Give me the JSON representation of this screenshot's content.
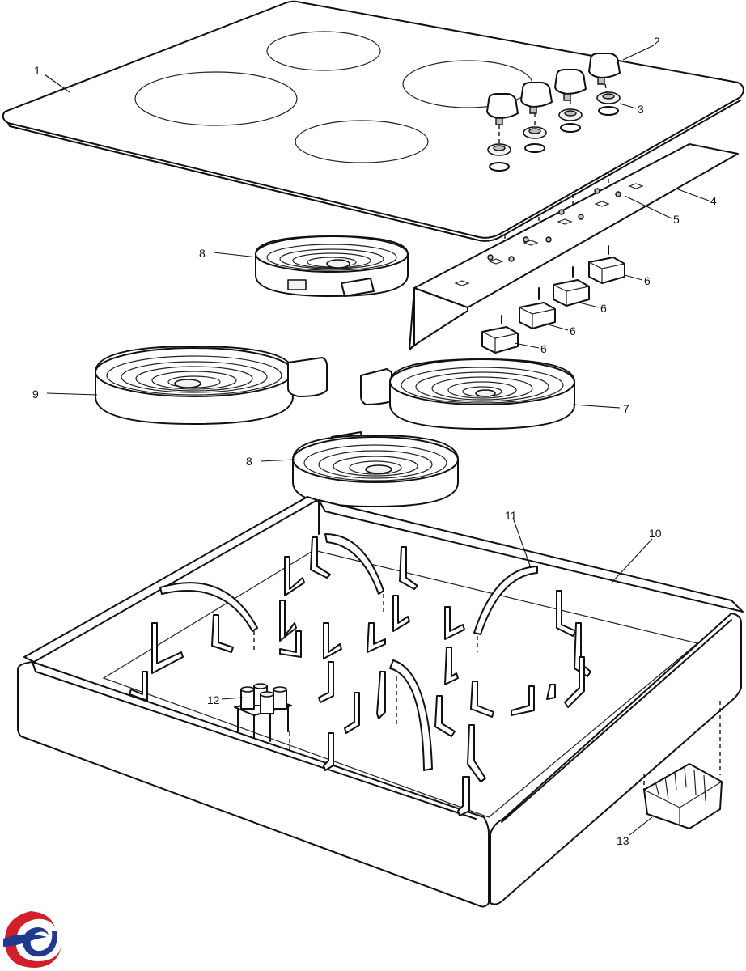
{
  "diagram": {
    "callouts": [
      {
        "id": "c1",
        "label": "1"
      },
      {
        "id": "c2",
        "label": "2"
      },
      {
        "id": "c3",
        "label": "3"
      },
      {
        "id": "c4",
        "label": "4"
      },
      {
        "id": "c5",
        "label": "5"
      },
      {
        "id": "c6a",
        "label": "6"
      },
      {
        "id": "c6b",
        "label": "6"
      },
      {
        "id": "c6c",
        "label": "6"
      },
      {
        "id": "c6d",
        "label": "6"
      },
      {
        "id": "c7",
        "label": "7"
      },
      {
        "id": "c8a",
        "label": "8"
      },
      {
        "id": "c8b",
        "label": "8"
      },
      {
        "id": "c9",
        "label": "9"
      },
      {
        "id": "c10",
        "label": "10"
      },
      {
        "id": "c11",
        "label": "11"
      },
      {
        "id": "c12",
        "label": "12"
      },
      {
        "id": "c13",
        "label": "13"
      }
    ]
  },
  "logo": {
    "icon": "swirl-logo-icon",
    "colors": {
      "red": "#d0202c",
      "blue": "#1f3a8c"
    }
  }
}
